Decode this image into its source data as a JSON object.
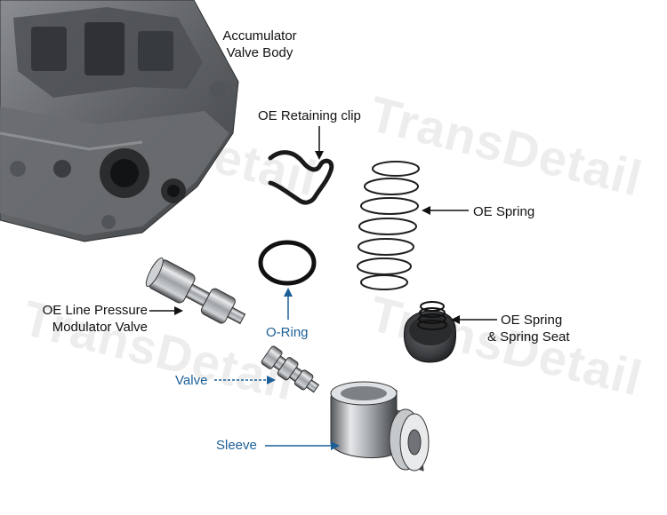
{
  "watermark": "TransDetail",
  "labels": {
    "accumulator": [
      "Accumulator",
      "Valve Body"
    ],
    "retaining_clip": "OE Retaining clip",
    "oe_spring": "OE Spring",
    "line_pressure": [
      "OE Line Pressure",
      "Modulator Valve"
    ],
    "o_ring": "O-Ring",
    "spring_seat": [
      "OE Spring",
      "& Spring Seat"
    ],
    "valve": "Valve",
    "sleeve": "Sleeve"
  },
  "colors": {
    "black_label": "#111111",
    "blue_label": "#1c5f96",
    "watermark": "#b0b0b0"
  }
}
